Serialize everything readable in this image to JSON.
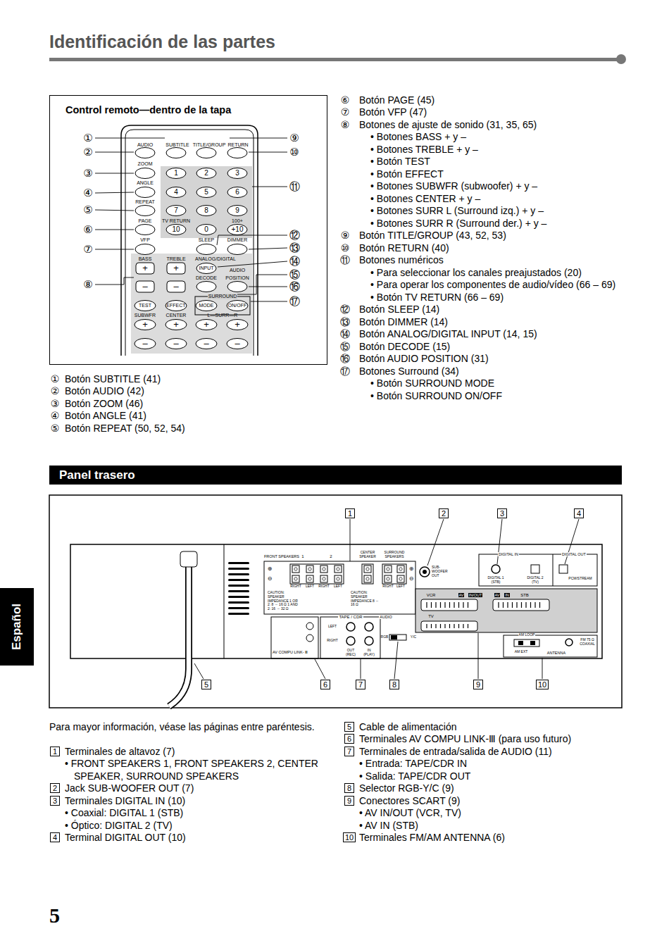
{
  "diagram": {
    "title": "Identificación de las partes",
    "nodes": [
      {
        "text": [
          "Control remoto—dentro de la tapa"
        ]
      },
      {
        "text": [
          "Panel trasero"
        ]
      },
      {
        "text": [
          "1"
        ]
      },
      {
        "text": [
          "2"
        ]
      },
      {
        "text": [
          "3"
        ]
      },
      {
        "text": [
          "4"
        ]
      },
      {
        "text": [
          "5"
        ]
      },
      {
        "text": [
          "6"
        ]
      },
      {
        "text": [
          "7"
        ]
      },
      {
        "text": [
          "8"
        ]
      },
      {
        "text": [
          "9"
        ]
      },
      {
        "text": [
          "10"
        ]
      },
      {
        "text": [
          "Español"
        ]
      },
      {
        "text": [
          "1"
        ]
      },
      {
        "text": [
          "2"
        ]
      },
      {
        "text": [
          "3"
        ]
      },
      {
        "text": [
          "4"
        ]
      },
      {
        "text": [
          "5"
        ]
      },
      {
        "text": [
          "6"
        ]
      },
      {
        "text": [
          "7"
        ]
      },
      {
        "text": [
          "8"
        ]
      },
      {
        "text": [
          "9"
        ]
      },
      {
        "text": [
          "10"
        ]
      }
    ],
    "labels": [
      "①",
      "②",
      "③",
      "④",
      "⑤",
      "⑥",
      "⑦",
      "⑧",
      "⑨",
      "⑩",
      "⑪",
      "⑫",
      "⑬",
      "⑭",
      "⑮",
      "⑯",
      "⑰",
      "AUDIO",
      "SUBTITLE",
      "TITLE/GROUP",
      "RETURN",
      "ZOOM",
      "1",
      "2",
      "3",
      "ANGLE",
      "4",
      "5",
      "6",
      "REPEAT",
      "7",
      "8",
      "9",
      "PAGE",
      "TV RETURN",
      "100+",
      "10",
      "0",
      "+10",
      "VFP",
      "SLEEP",
      "DIMMER",
      "BASS",
      "TREBLE",
      "ANALOG/DIGITAL",
      "+",
      "+",
      "INPUT",
      "AUDIO",
      "DECODE",
      "POSITION",
      "–",
      "–",
      "SURROUND",
      "TEST",
      "EFFECT",
      "MODE",
      "ON/OFF",
      "SUBWFR",
      "CENTER",
      "L—SURR—R",
      "+",
      "+",
      "+",
      "+",
      "–",
      "–",
      "–",
      "–",
      "⑥",
      "Botón PAGE (45)",
      "⑦",
      "Botón VFP (47)",
      "⑧",
      "Botones de ajuste de sonido (31, 35, 65)",
      "• Botones BASS +  y –",
      "• Botones TREBLE + y –",
      "• Botón TEST",
      "• Botón EFFECT",
      "• Botones SUBWFR (subwoofer) + y –",
      "• Botones CENTER + y –",
      "• Botones SURR L (Surround izq.) + y –",
      "• Botones SURR R (Surround der.) + y –",
      "⑨",
      "Botón TITLE/GROUP (43, 52, 53)",
      "⑩",
      "Botón RETURN (40)",
      "⑪",
      "Botones numéricos",
      "• Para seleccionar los canales preajustados (20)",
      "• Para operar los componentes de audio/vídeo (66 – 69)",
      "• Botón TV RETURN (66 – 69)",
      "⑫",
      "Botón SLEEP (14)",
      "⑬",
      "Botón DIMMER (14)",
      "⑭",
      "Botón ANALOG/DIGITAL INPUT (14, 15)",
      "⑮",
      "Botón DECODE (15)",
      "⑯",
      "Botón AUDIO POSITION (31)",
      "⑰",
      "Botones Surround (34)",
      "• Botón SURROUND MODE",
      "• Botón SURROUND ON/OFF",
      "①",
      "Botón SUBTITLE (41)",
      "②",
      "Botón AUDIO (42)",
      "③",
      "Botón ZOOM (46)",
      "④",
      "Botón ANGLE (41)",
      "⑤",
      "Botón REPEAT (50, 52, 54)",
      "FRONT SPEAKERS",
      "1",
      "2",
      "CENTER SPEAKER",
      "SURROUND SPEAKERS",
      "⊕",
      "⊖",
      "⊕",
      "⊖",
      "CAUTION: SPEAKER IMPEDANCE 1 OR 2: 8 ～ 16 Ω 1 AND 2: 16 ～ 32 Ω",
      "RIGHT",
      "LEFT",
      "RIGHT",
      "LEFT",
      "CAUTION: SPEAKER IMPEDANCE 8 ～ 16 Ω",
      "RIGHT",
      "LEFT",
      "SUB-WOOFER OUT",
      "DIGITAL IN",
      "DIGITAL 1 (STB)",
      "DIGITAL 2 (TV)",
      "DIGITAL OUT",
      "PCM/STREAM",
      "AV",
      "IN/OUT",
      "VCR",
      "TV",
      "AV",
      "IN",
      "STB",
      "TAPE / CDR",
      "AUDIO",
      "LEFT",
      "RIGHT",
      "OUT (REC)",
      "IN (PLAY)",
      "RGB",
      "Y/C",
      "AV COMPU LINK- Ⅲ",
      "AM LOOP",
      "AM EXT",
      "FM 75 Ω COAXIAL",
      "ANTENNA",
      "Para mayor información, véase las páginas entre paréntesis.",
      "Terminales de altavoz (7)",
      "• FRONT SPEAKERS 1, FRONT SPEAKERS 2, CENTER SPEAKER, SURROUND SPEAKERS",
      "Jack SUB-WOOFER OUT (7)",
      "Terminales DIGITAL IN (10)",
      "• Coaxial: DIGITAL 1 (STB)",
      "• Óptico: DIGITAL 2 (TV)",
      "Terminal DIGITAL OUT (10)",
      "Cable de alimentación",
      "Terminales AV COMPU LINK-Ⅲ (para uso futuro)",
      "Terminales de entrada/salida de AUDIO (11)",
      "• Entrada: TAPE/CDR IN",
      "• Salida: TAPE/CDR OUT",
      "Selector RGB-Y/C (9)",
      "Conectores SCART (9)",
      "• AV IN/OUT (VCR, TV)",
      "• AV IN (STB)",
      "Terminales FM/AM ANTENNA (6)",
      "5"
    ]
  }
}
